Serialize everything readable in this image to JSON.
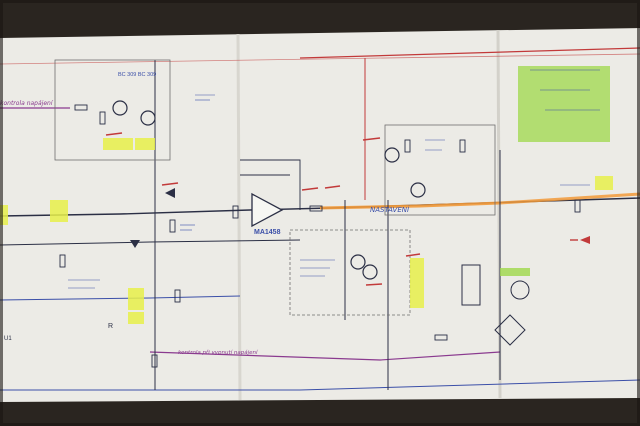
{
  "colors": {
    "background": "#2a2520",
    "paper": "#ecebe6",
    "wire_dark": "#2b2f45",
    "wire_blue": "#3b4fa8",
    "wire_red": "#c23a3a",
    "wire_purple": "#8a3a8f",
    "highlight_yellow": "#e8f04a",
    "highlight_green": "#9fd84a",
    "highlight_orange": "#f29a3a",
    "pencil": "#6e6e6e"
  },
  "labels": {
    "left_magenta": "kontrola napájení",
    "ma1458": "MA1458",
    "nastaveni": "NASTAVENÍ",
    "bottom_magenta": "kontrola při vypnutí napájení",
    "bc": "BC 309   BC 309",
    "r_label": "R",
    "u_left": "U1"
  }
}
